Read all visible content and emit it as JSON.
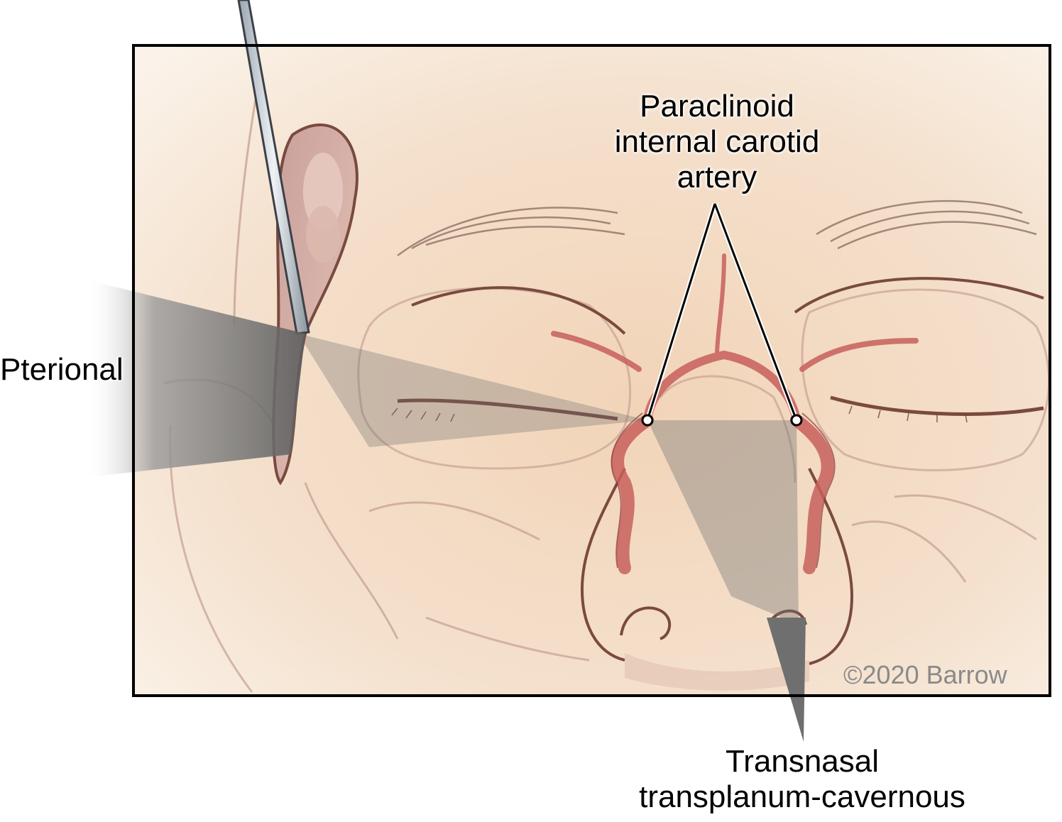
{
  "labels": {
    "paraclinoid": [
      "Paraclinoid",
      "internal carotid",
      "artery"
    ],
    "pterional": "Pterional",
    "transnasal": [
      "Transnasal",
      "transplanum-cavernous"
    ]
  },
  "copyright": "©2020 Barrow",
  "colors": {
    "skin": "#f3dcc4",
    "skin_shadow": "#e6c3a6",
    "outline": "#7a4a3f",
    "artery": "#c7605c",
    "corridor": "#6f6f6f",
    "frame": "#000000"
  },
  "icons": [
    "retractor-icon"
  ]
}
